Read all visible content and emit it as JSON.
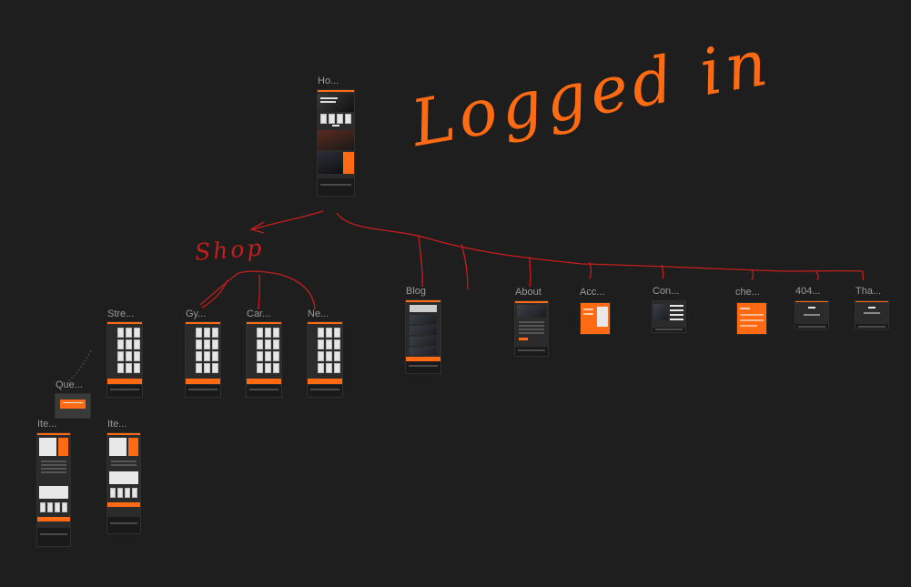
{
  "canvas": {
    "background": "#1e1e1e",
    "accent": "#ff6a13",
    "line_color": "#c41e1e"
  },
  "annotations": {
    "logged_in": "Logged in",
    "shop": "Shop"
  },
  "frames": {
    "home": "Ho...",
    "streetwear": "Stre...",
    "gym": "Gy...",
    "cardio": "Car...",
    "new": "Ne...",
    "blog": "Blog",
    "about": "About",
    "account": "Acc...",
    "contact": "Con...",
    "checkout": "che...",
    "not_found": "404...",
    "thanks": "Tha...",
    "quickview": "Que...",
    "item_1": "Ite...",
    "item_2": "Ite..."
  }
}
